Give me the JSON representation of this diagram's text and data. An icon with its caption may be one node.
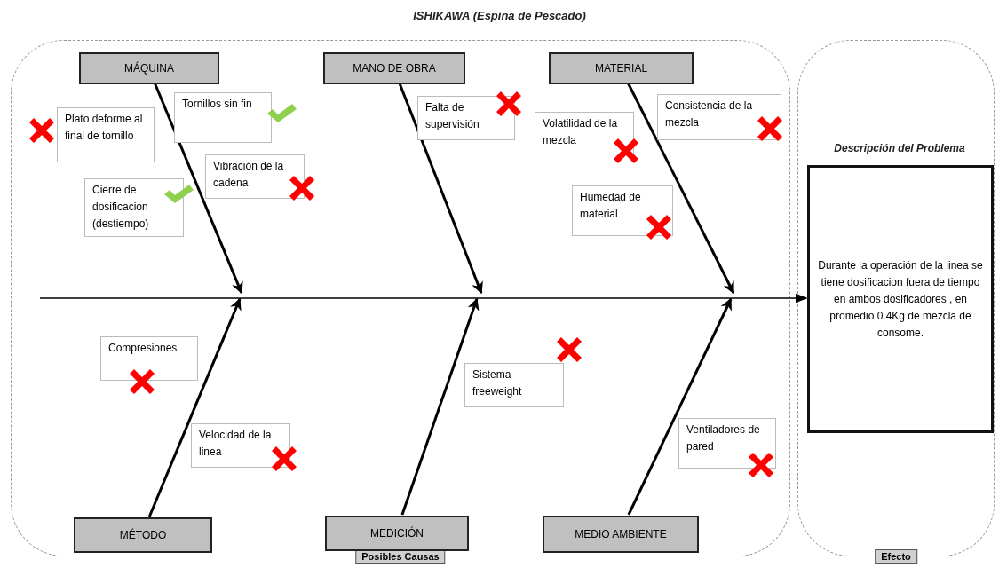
{
  "diagram": {
    "title": "ISHIKAWA (Espina de Pescado)",
    "nodes": [
      {
        "text": [
          "Posibles Causas"
        ]
      },
      {
        "text": [
          "MÁQUINA"
        ],
        "in": 0
      },
      {
        "text": [
          "MANO DE OBRA"
        ],
        "in": 0
      },
      {
        "text": [
          "MATERIAL"
        ],
        "in": 0
      },
      {
        "text": [
          "Plato deforme al final de tornillo"
        ],
        "in": 0
      },
      {
        "text": [
          "Tornillos sin fin"
        ],
        "in": 0
      },
      {
        "text": [
          "Falta de supervisión"
        ],
        "in": 0
      },
      {
        "text": [
          "Volatilidad de la mezcla"
        ],
        "in": 0
      },
      {
        "text": [
          "Consistencia de la mezcla"
        ],
        "in": 0
      },
      {
        "text": [
          "Vibración de la cadena"
        ],
        "in": 0
      },
      {
        "text": [
          "Cierre de dosificacion (destiempo)"
        ],
        "in": 0
      },
      {
        "text": [
          "Humedad de material"
        ],
        "in": 0
      },
      {
        "text": [
          "Compresiones"
        ],
        "in": 0
      },
      {
        "text": [
          "Sistema freeweight"
        ],
        "in": 0
      },
      {
        "text": [
          "Velocidad de la linea"
        ],
        "in": 0
      },
      {
        "text": [
          "Ventiladores de pared"
        ],
        "in": 0
      },
      {
        "text": [
          "MÉTODO"
        ],
        "in": 0
      },
      {
        "text": [
          "MEDICIÓN"
        ],
        "in": 0
      },
      {
        "text": [
          "MEDIO AMBIENTE"
        ],
        "in": 0
      },
      {
        "text": [
          "Efecto"
        ]
      },
      {
        "text": [
          "Durante la operación de la linea se tiene dosificacion fuera de tiempo en ambos dosificadores , en promedio 0.4Kg de mezcla de consome."
        ],
        "in": 19
      }
    ],
    "edges": [
      {
        "from": 1,
        "to": null,
        "arrow": "to"
      },
      {
        "from": 2,
        "to": null,
        "arrow": "to"
      },
      {
        "from": 3,
        "to": null,
        "arrow": "to"
      },
      {
        "from": 16,
        "to": null,
        "arrow": "to"
      },
      {
        "from": 17,
        "to": null,
        "arrow": "to"
      },
      {
        "from": 18,
        "to": null,
        "arrow": "to"
      },
      {
        "from": null,
        "to": 20,
        "arrow": "to"
      }
    ],
    "labels": [
      "Descripción del Problema"
    ]
  }
}
